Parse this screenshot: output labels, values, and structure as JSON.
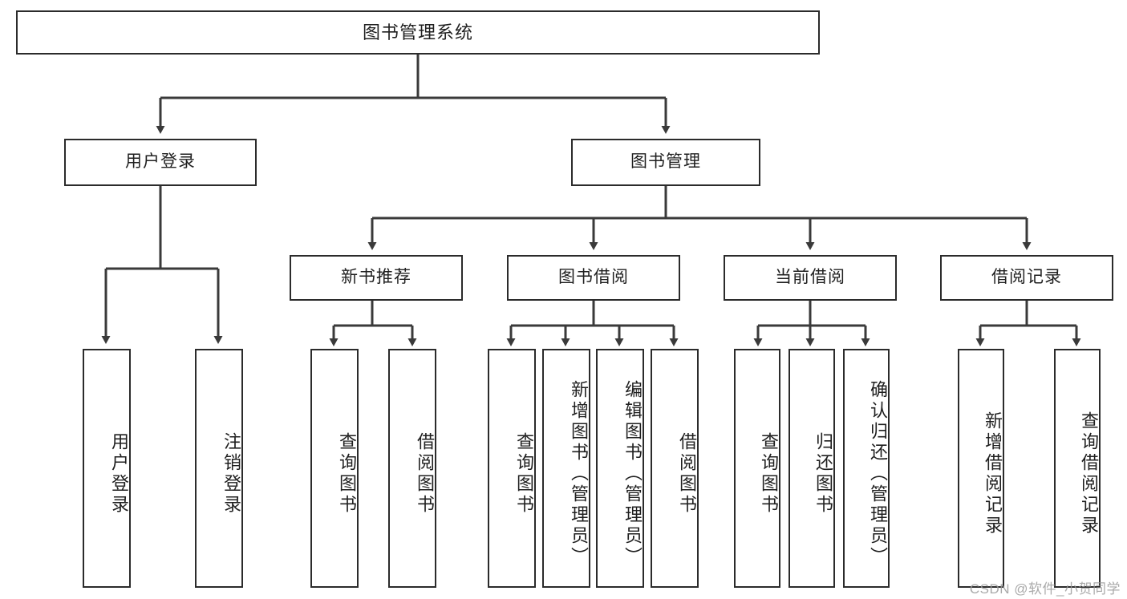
{
  "diagram": {
    "title": "图书管理系统",
    "type": "tree-hierarchy-chart",
    "watermark": "CSDN @软件_小贺同学",
    "colors": {
      "background": "#ffffff",
      "box_border": "#2b2b2b",
      "box_fill": "#ffffff",
      "connector": "#3a3a3a",
      "text": "#1f1f1f",
      "watermark": "#9b9b9b"
    }
  },
  "nodes": {
    "root": {
      "label": "图书管理系统"
    },
    "level1": [
      {
        "label": "用户登录"
      },
      {
        "label": "图书管理"
      }
    ],
    "level2": [
      {
        "label": "新书推荐"
      },
      {
        "label": "图书借阅"
      },
      {
        "label": "当前借阅"
      },
      {
        "label": "借阅记录"
      }
    ],
    "leaves": {
      "user_login": [
        {
          "label": "用户登录"
        },
        {
          "label": "注销登录"
        }
      ],
      "new_book_recommend": [
        {
          "label": "查询图书"
        },
        {
          "label": "借阅图书"
        }
      ],
      "book_borrow": [
        {
          "label": "查询图书"
        },
        {
          "label": "新增图书（管理员）"
        },
        {
          "label": "编辑图书（管理员）"
        },
        {
          "label": "借阅图书"
        }
      ],
      "current_borrow": [
        {
          "label": "查询图书"
        },
        {
          "label": "归还图书"
        },
        {
          "label": "确认归还（管理员）"
        }
      ],
      "borrow_record": [
        {
          "label": "新增借阅记录"
        },
        {
          "label": "查询借阅记录"
        }
      ]
    }
  }
}
